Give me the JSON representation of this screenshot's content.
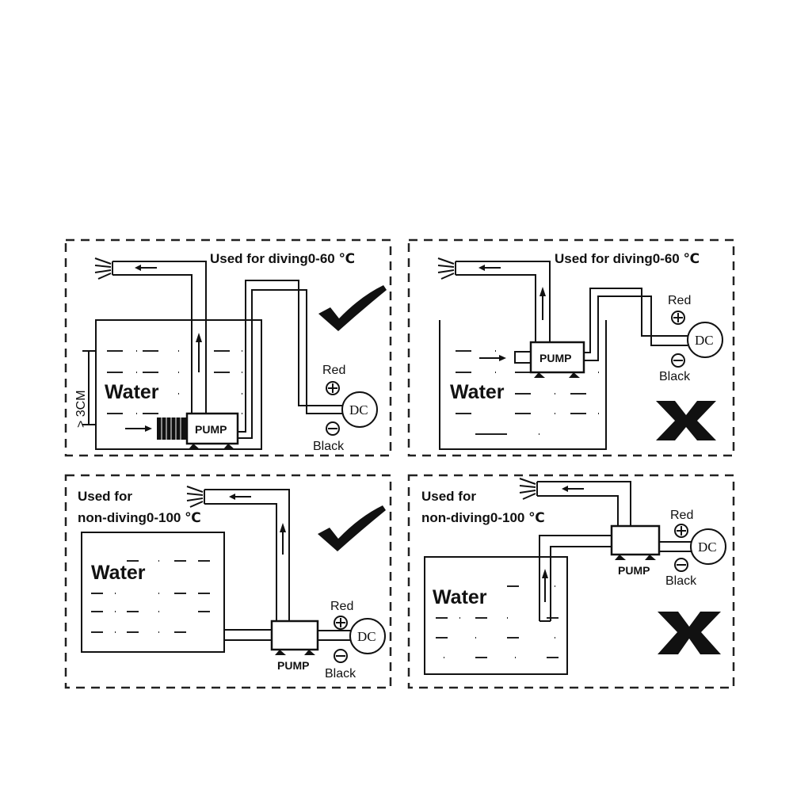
{
  "panels": [
    {
      "id": "top-left",
      "title": "Used for diving0-60 ℃",
      "water_label": "Water",
      "pump_label": "PUMP",
      "dc_label": "DC",
      "red_label": "Red",
      "black_label": "Black",
      "depth_label": "> 3CM",
      "verdict": "check"
    },
    {
      "id": "top-right",
      "title": "Used for diving0-60 ℃",
      "water_label": "Water",
      "pump_label": "PUMP",
      "dc_label": "DC",
      "red_label": "Red",
      "black_label": "Black",
      "verdict": "cross"
    },
    {
      "id": "bottom-left",
      "title_line1": "Used for",
      "title_line2": "non-diving0-100 ℃",
      "water_label": "Water",
      "pump_label": "PUMP",
      "dc_label": "DC",
      "red_label": "Red",
      "black_label": "Black",
      "verdict": "check"
    },
    {
      "id": "bottom-right",
      "title_line1": "Used for",
      "title_line2": "non-diving0-100 ℃",
      "water_label": "Water",
      "pump_label": "PUMP",
      "dc_label": "DC",
      "red_label": "Red",
      "black_label": "Black",
      "verdict": "cross"
    }
  ],
  "colors": {
    "ink": "#111111",
    "background": "#ffffff"
  }
}
